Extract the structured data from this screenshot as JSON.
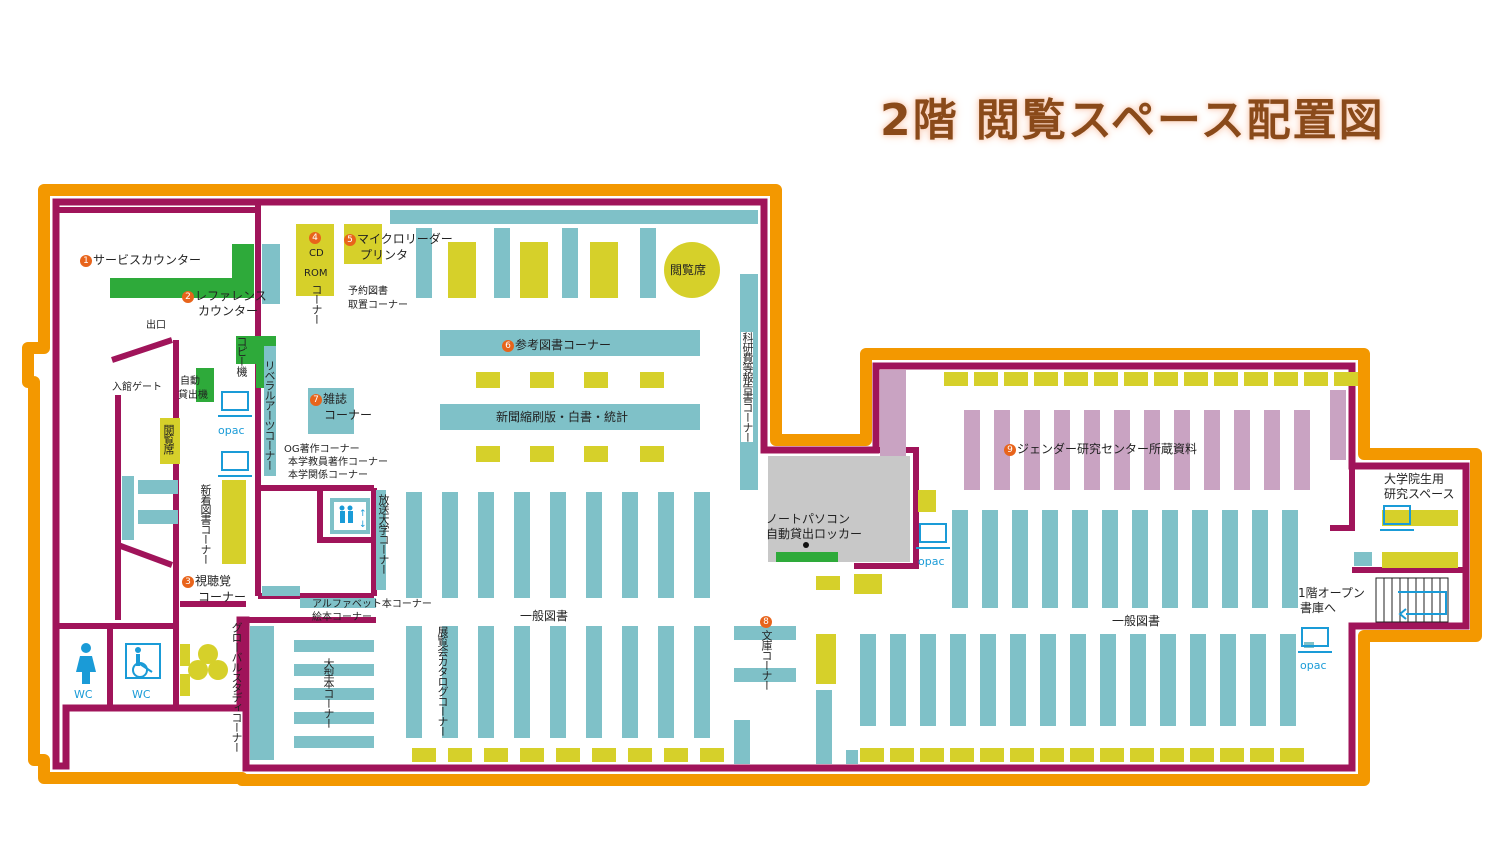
{
  "title": "2階  閲覧スペース配置図",
  "colors": {
    "outer_wall": "#f39800",
    "inner_wall": "#a0145a",
    "shelf": "#7fc1c8",
    "desk": "#d6d02a",
    "service": "#2eaa3a",
    "gender_shelf": "#c9a3c2",
    "locker": "#c8c8c8",
    "number_badge": "#e8641b",
    "pc": "#1a9bd7"
  },
  "areas": [
    {
      "num": "1",
      "label": "サービスカウンター"
    },
    {
      "num": "2",
      "label": "レファレンス",
      "label2": "カウンター"
    },
    {
      "num": "3",
      "label": "視聴覚",
      "label2": "コーナー"
    },
    {
      "num": "4",
      "label": "CD",
      "label2": "ROM",
      "label3": "コーナー"
    },
    {
      "num": "5",
      "label": "マイクロリーダー",
      "label2": "プリンタ"
    },
    {
      "num": "6",
      "label": "参考図書コーナー"
    },
    {
      "num": "7",
      "label": "雑誌",
      "label2": "コーナー"
    },
    {
      "num": "8",
      "label": "文庫",
      "label2": "コーナー"
    },
    {
      "num": "9",
      "label": "ジェンダー研究センター所蔵資料"
    }
  ],
  "labels": {
    "exit": "出口",
    "entrance_gate": "入館ゲート",
    "self_checkout": "自動",
    "self_checkout2": "貸出機",
    "copier": "コピー機",
    "reading_seat_small": "閲覧席",
    "reading_seat_round": "閲覧席",
    "new_books": "新着図書コーナー",
    "liberal_arts": "リベラルアーツコーナー",
    "reserved_books": "予約図書",
    "reserved_books2": "取置コーナー",
    "newspaper": "新聞縮刷版・白書・統計",
    "og_works": "OG著作コーナー",
    "faculty_works": "本学教員著作コーナー",
    "univ_related": "本学関係コーナー",
    "open_univ": "放送大学コーナー",
    "alphabet": "アルファベット本コーナー",
    "picture_books": "絵本コーナー",
    "global_study": "グローバルスタディコーナー",
    "large_books": "大型本コーナー",
    "exhibition_catalog": "展覧会カタログコーナー",
    "general_books_left": "一般図書",
    "general_books_right": "一般図書",
    "research_reports": "科研費等報告書コーナー",
    "laptop_locker": "ノートパソコン",
    "laptop_locker2": "自動貸出ロッカー",
    "grad_space": "大学院生用",
    "grad_space2": "研究スペース",
    "stairs_to_1f": "1階オープン",
    "stairs_to_1f2": "書庫へ",
    "opac_1": "opac",
    "opac_2": "opac",
    "opac_3": "opac",
    "wc_women": "WC",
    "wc_accessible": "WC"
  },
  "icons": [
    "women-toilet-icon",
    "wheelchair-icon",
    "elevator-icon",
    "pc-terminal-icon",
    "stairs-icon",
    "plant-icon"
  ]
}
